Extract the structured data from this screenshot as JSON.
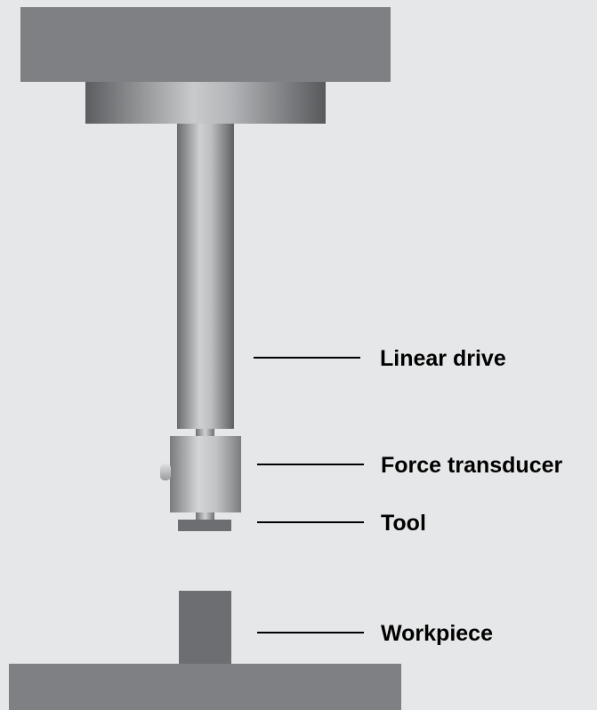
{
  "colors": {
    "background": "#e6e7e8",
    "machine_body": "#7f8083",
    "workpiece": "#6d6e71",
    "leader_line": "#000000",
    "label_text": "#000000"
  },
  "labels": {
    "linear_drive": "Linear drive",
    "force_transducer": "Force transducer",
    "tool": "Tool",
    "workpiece": "Workpiece"
  }
}
